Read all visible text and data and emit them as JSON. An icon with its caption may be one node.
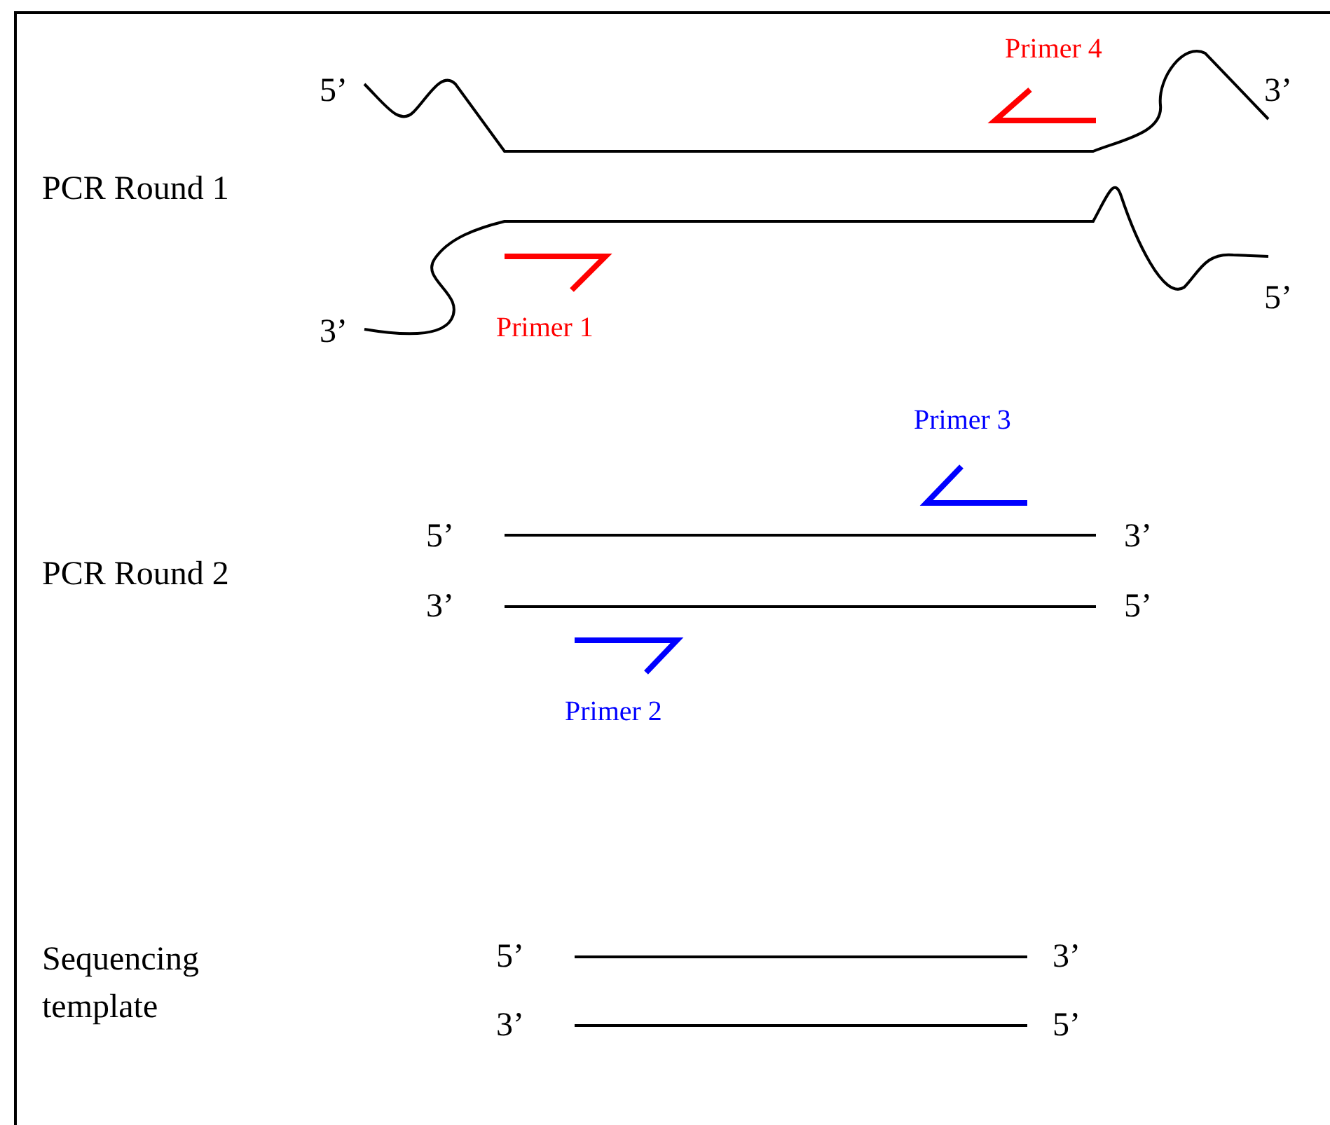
{
  "diagram": {
    "labels": [
      "Primer 4",
      "5’",
      "3’",
      "PCR Round 1",
      "5’",
      "3’",
      "Primer 1",
      "Primer 3",
      "5’",
      "3’",
      "PCR Round 2",
      "3’",
      "5’",
      "Primer 2",
      "Sequencing template",
      "5’",
      "3’",
      "3’",
      "5’"
    ]
  }
}
